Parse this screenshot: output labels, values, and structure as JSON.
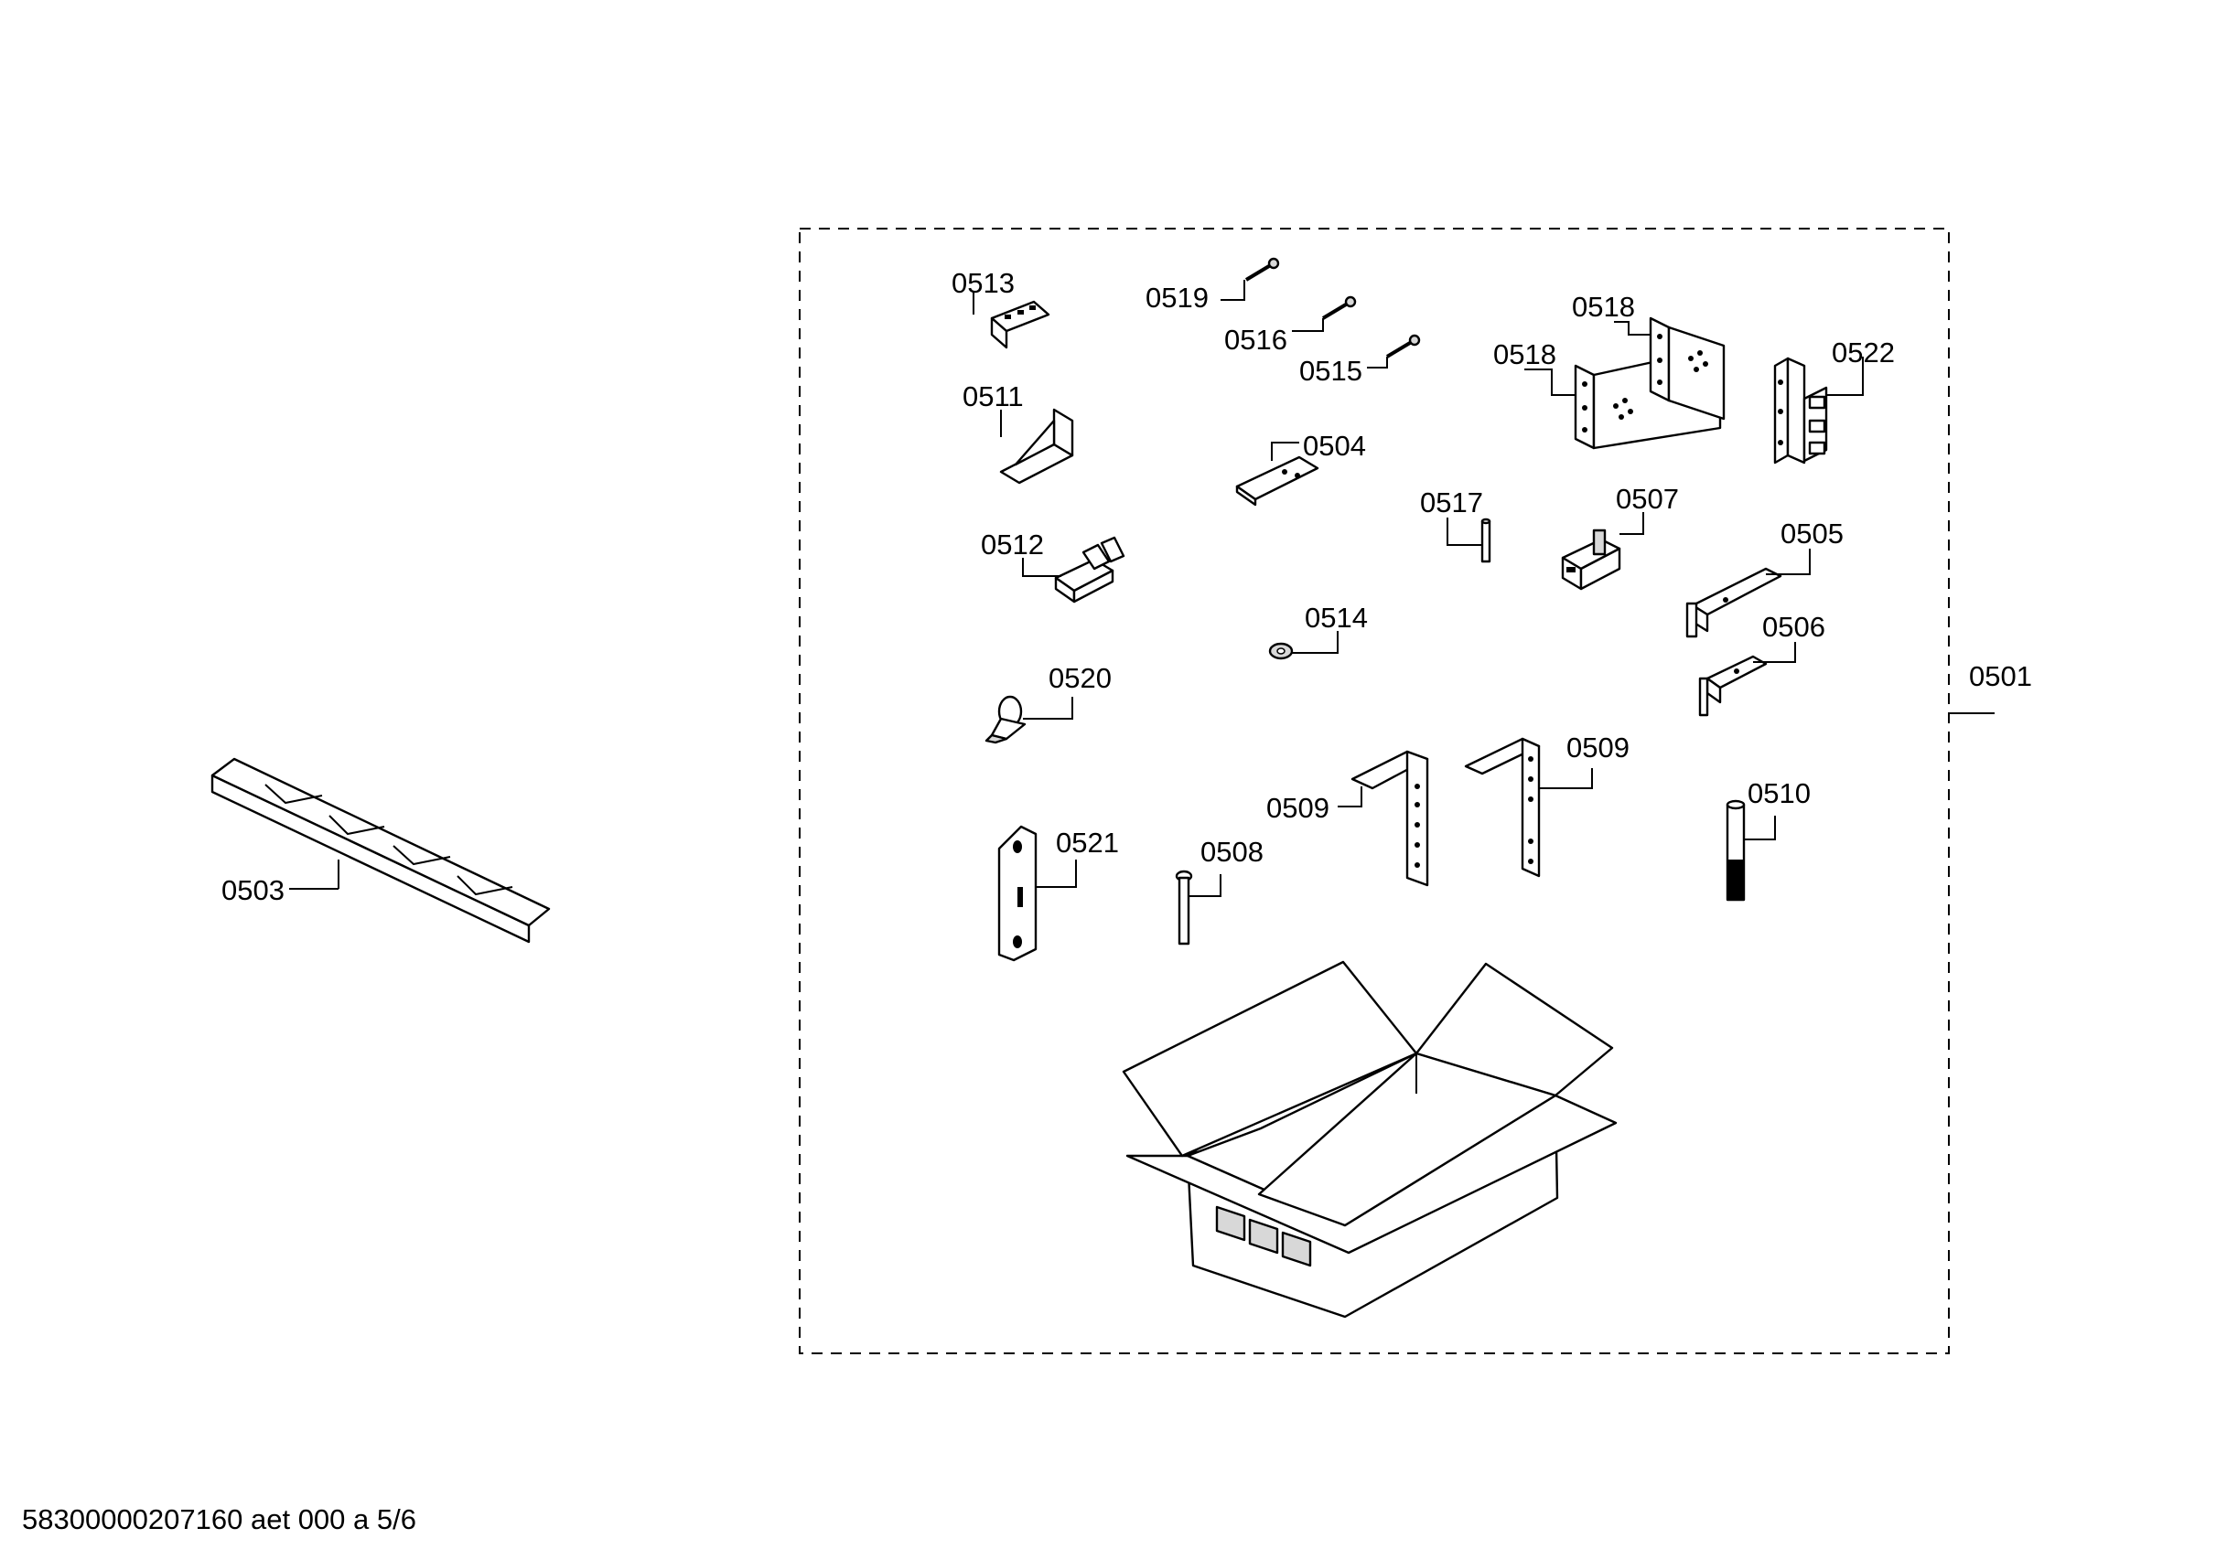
{
  "footer_text": "58300000207160 aet 000 a 5/6",
  "labels": {
    "p0501": "0501",
    "p0503": "0503",
    "p0504": "0504",
    "p0505": "0505",
    "p0506": "0506",
    "p0507": "0507",
    "p0508": "0508",
    "p0509a": "0509",
    "p0509b": "0509",
    "p0510": "0510",
    "p0511": "0511",
    "p0512": "0512",
    "p0513": "0513",
    "p0514": "0514",
    "p0515": "0515",
    "p0516": "0516",
    "p0517": "0517",
    "p0518a": "0518",
    "p0518b": "0518",
    "p0519": "0519",
    "p0520": "0520",
    "p0521": "0521",
    "p0522": "0522"
  }
}
